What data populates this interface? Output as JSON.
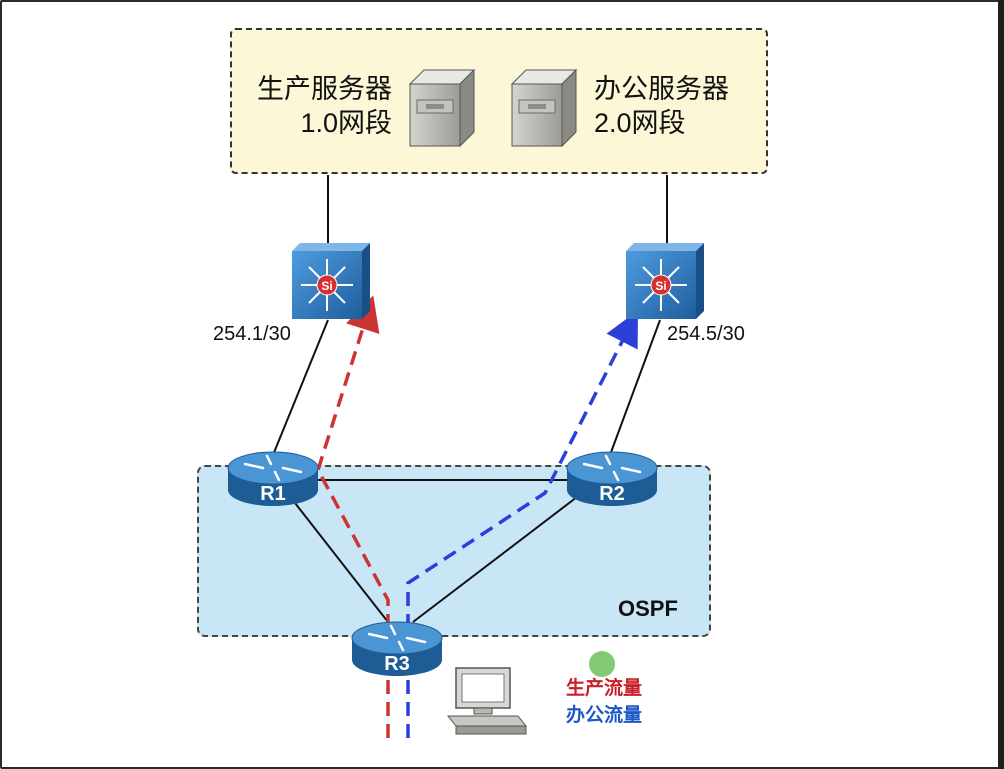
{
  "servers": {
    "production": {
      "line1": "生产服务器",
      "line2": "1.0网段",
      "icon": "server-icon"
    },
    "office": {
      "line1": "办公服务器",
      "line2": "2.0网段",
      "icon": "server-icon"
    }
  },
  "switches": {
    "left": {
      "badge": "Si",
      "ip": "254.1/30",
      "icon": "layer3-switch-icon"
    },
    "right": {
      "badge": "Si",
      "ip": "254.5/30",
      "icon": "layer3-switch-icon"
    }
  },
  "routers": {
    "r1": {
      "label": "R1",
      "icon": "router-icon"
    },
    "r2": {
      "label": "R2",
      "icon": "router-icon"
    },
    "r3": {
      "label": "R3",
      "icon": "router-icon"
    }
  },
  "area": {
    "label": "OSPF"
  },
  "legend": {
    "production": {
      "label": "生产流量",
      "color": "#c8202a"
    },
    "office": {
      "label": "办公流量",
      "color": "#1c57c9"
    }
  },
  "pc": {
    "icon": "workstation-icon"
  },
  "colors": {
    "production_flow": "#cc3333",
    "office_flow": "#2d3fd9",
    "server_area": "#fcf7d6",
    "ospf_area": "#c9e6f7",
    "router_body": "#2a6fb0",
    "switch_body": "#2f7ac2"
  }
}
